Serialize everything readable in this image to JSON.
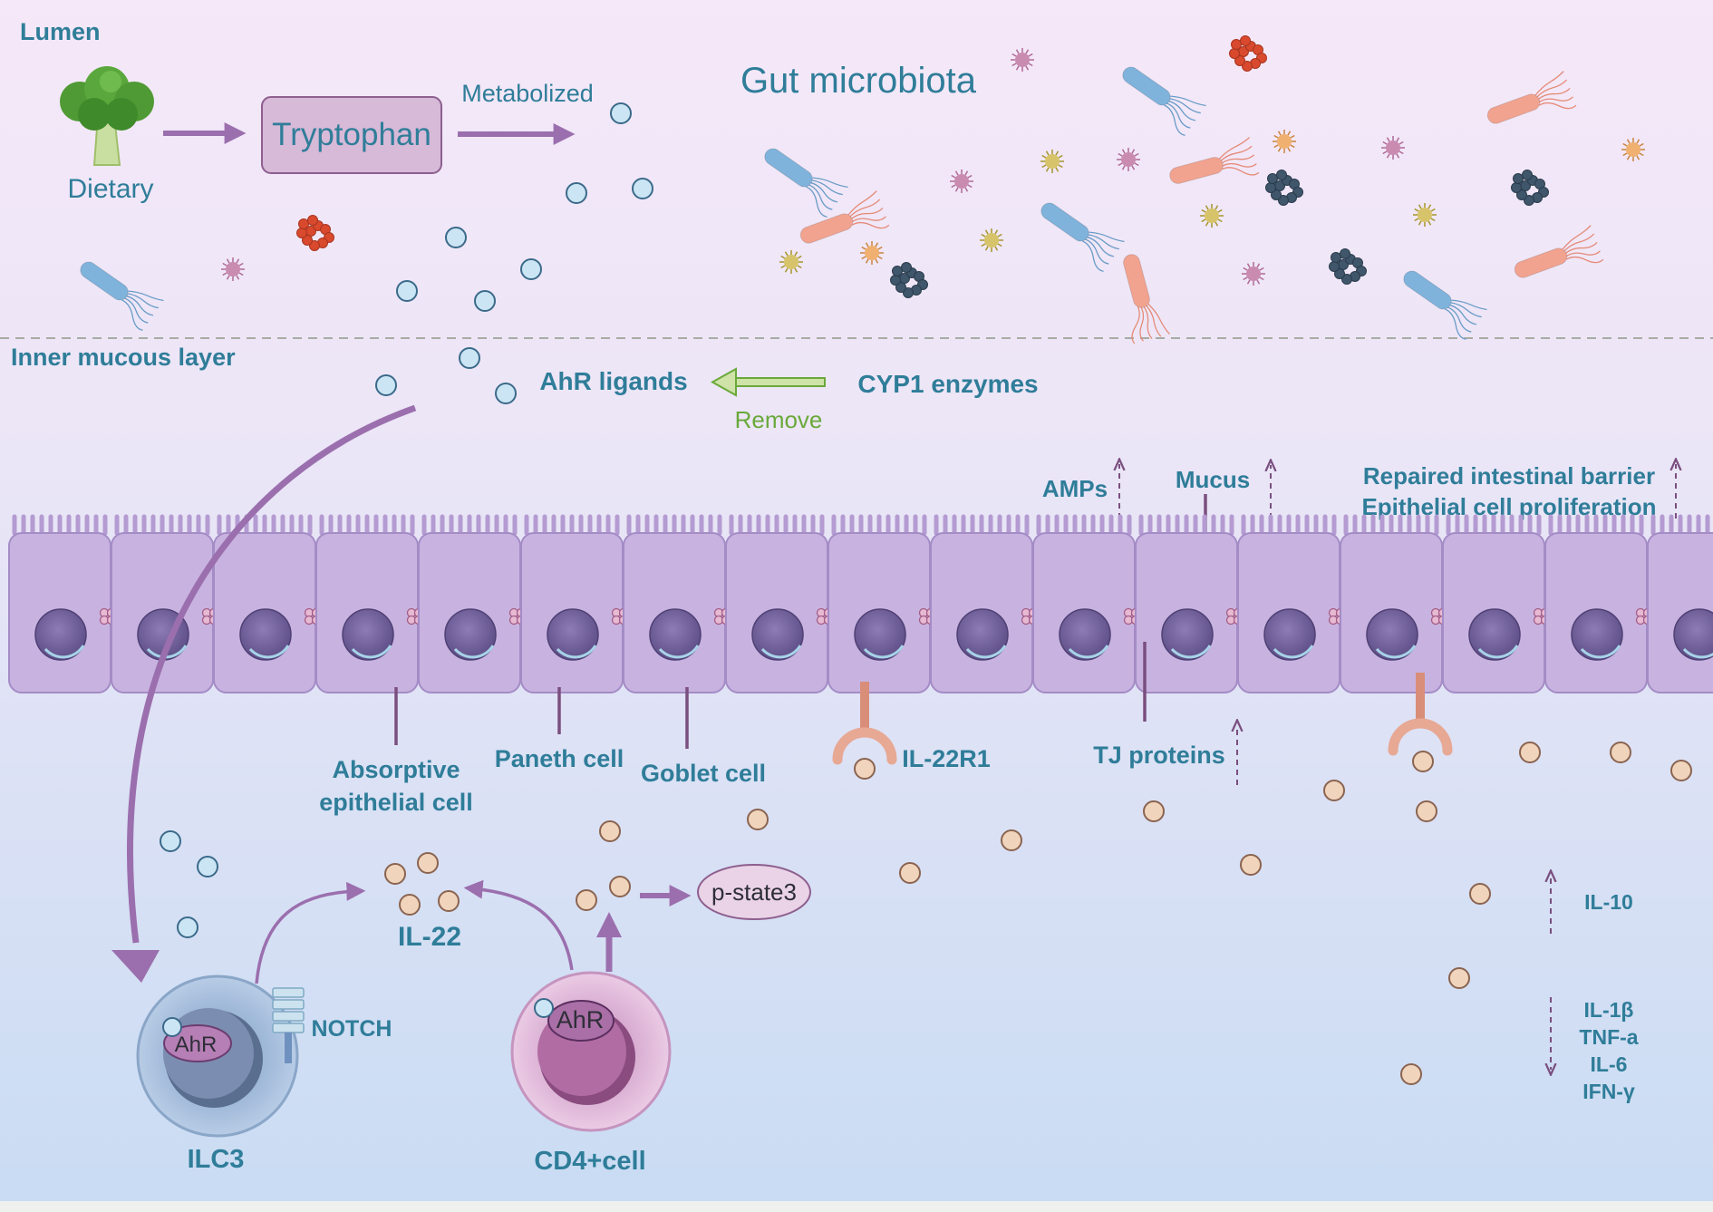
{
  "regions": {
    "lumen": "Lumen",
    "inner_mucous_layer": "Inner mucous layer"
  },
  "pathway": {
    "dietary": "Dietary",
    "tryptophan": "Tryptophan",
    "metabolized": "Metabolized",
    "gut_microbiota": "Gut microbiota",
    "ahr_ligands": "AhR ligands",
    "cyp1_enzymes": "CYP1 enzymes",
    "remove": "Remove"
  },
  "effects": {
    "amps": "AMPs",
    "mucus": "Mucus",
    "repaired_barrier": "Repaired intestinal barrier",
    "epithelial_proliferation": "Epithelial cell proliferation"
  },
  "epithelium": {
    "absorptive_line1": "Absorptive",
    "absorptive_line2": "epithelial cell",
    "paneth": "Paneth cell",
    "goblet": "Goblet cell",
    "il22r1": "IL-22R1",
    "tj_proteins": "TJ proteins"
  },
  "immune": {
    "il22": "IL-22",
    "p_state3": "p-state3",
    "notch": "NOTCH",
    "ilc3": "ILC3",
    "cd4": "CD4+cell",
    "ahr_ilc3": "AhR",
    "ahr_cd4": "AhR"
  },
  "cytokines": {
    "up": [
      "IL-10"
    ],
    "down": [
      "IL-1β",
      "TNF-a",
      "IL-6",
      "IFN-γ"
    ]
  },
  "colors": {
    "lumen_bg": "#f5e8f8",
    "mucous_bg": "#e4e8f8",
    "cell_fill": "#c8b3e0",
    "nucleus": "#7b6aa3",
    "label_blue": "#2f7d99",
    "arrow_purple": "#9b6fae",
    "remove_green": "#6aa93a"
  }
}
